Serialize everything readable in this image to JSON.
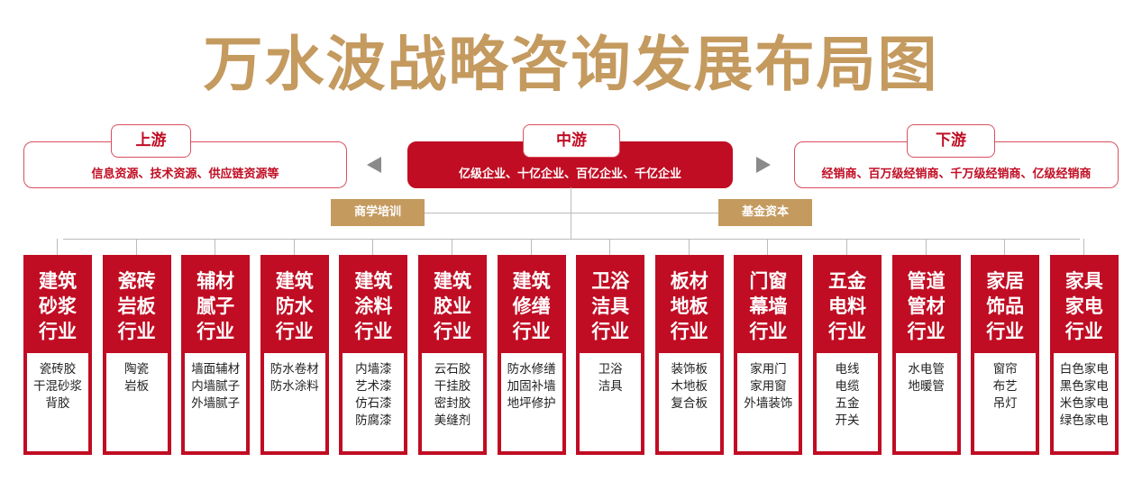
{
  "title": "万水波战略咨询发展布局图",
  "upstream": {
    "label": "上游",
    "desc": "信息资源、技术资源、供应链资源等"
  },
  "midstream": {
    "label": "中游",
    "desc": "亿级企业、十亿企业、百亿企业、千亿企业"
  },
  "downstream": {
    "label": "下游",
    "desc": "经销商、百万级经销商、千万级经销商、亿级经销商"
  },
  "support": {
    "left": "商学培训",
    "right": "基金资本"
  },
  "colors": {
    "red": "#c00d23",
    "gold": "#c49a5f"
  },
  "industries": [
    {
      "name": "建筑砂浆行业",
      "items": [
        "瓷砖胶",
        "干混砂浆",
        "背胶"
      ]
    },
    {
      "name": "瓷砖岩板行业",
      "items": [
        "陶瓷",
        "岩板"
      ]
    },
    {
      "name": "辅材腻子行业",
      "items": [
        "墙面辅材",
        "内墙腻子",
        "外墙腻子"
      ]
    },
    {
      "name": "建筑防水行业",
      "items": [
        "防水卷材",
        "防水涂料"
      ]
    },
    {
      "name": "建筑涂料行业",
      "items": [
        "内墙漆",
        "艺术漆",
        "仿石漆",
        "防腐漆"
      ]
    },
    {
      "name": "建筑胶业行业",
      "items": [
        "云石胶",
        "干挂胶",
        "密封胶",
        "美缝剂"
      ]
    },
    {
      "name": "建筑修缮行业",
      "items": [
        "防水修缮",
        "加固补墙",
        "地坪修护"
      ]
    },
    {
      "name": "卫浴洁具行业",
      "items": [
        "卫浴",
        "洁具"
      ]
    },
    {
      "name": "板材地板行业",
      "items": [
        "装饰板",
        "木地板",
        "复合板"
      ]
    },
    {
      "name": "门窗幕墙行业",
      "items": [
        "家用门",
        "家用窗",
        "外墙装饰"
      ]
    },
    {
      "name": "五金电料行业",
      "items": [
        "电线",
        "电缆",
        "五金",
        "开关"
      ]
    },
    {
      "name": "管道管材行业",
      "items": [
        "水电管",
        "地暖管"
      ]
    },
    {
      "name": "家居饰品行业",
      "items": [
        "窗帘",
        "布艺",
        "吊灯"
      ]
    },
    {
      "name": "家具家电行业",
      "items": [
        "白色家电",
        "黑色家电",
        "米色家电",
        "绿色家电"
      ]
    }
  ]
}
